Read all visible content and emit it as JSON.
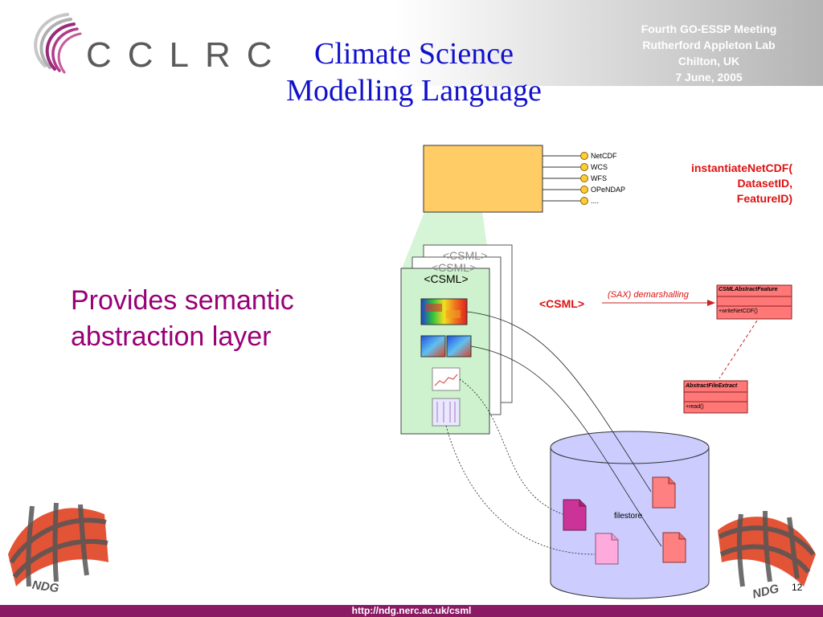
{
  "header": {
    "logo_text": "CCLRC",
    "title_line1": "Climate Science",
    "title_line2": "Modelling Language",
    "meeting_line1": "Fourth GO-ESSP Meeting",
    "meeting_line2": "Rutherford Appleton Lab",
    "meeting_line3": "Chilton, UK",
    "meeting_line4": "7 June, 2005"
  },
  "body": {
    "provides_text": "Provides semantic abstraction layer"
  },
  "diagram": {
    "ports": [
      "NetCDF",
      "WCS",
      "WFS",
      "OPeNDAP",
      "...."
    ],
    "instantiate_line1": "instantiateNetCDF(",
    "instantiate_line2": "DatasetID,",
    "instantiate_line3": "FeatureID)",
    "csml_main": "<CSML>",
    "csml_ghost1": "<CSML>",
    "csml_ghost2": "<CSML>",
    "csml_red": "<CSML>",
    "sax_label": "(SAX) demarshalling",
    "class1_name": "CSMLAbstractFeature",
    "class1_method": "+writeNetCDF()",
    "class2_name": "AbstractFileExtract",
    "class2_method": "+read()",
    "filestore": "filestore"
  },
  "footer": {
    "ndg_left": "NDG",
    "ndg_right": "NDG",
    "url": "http://ndg.nerc.ac.uk/csml",
    "page_number": "12"
  },
  "colors": {
    "title_blue": "#1111cc",
    "accent_magenta": "#990077",
    "bar_purple": "#8b1a64",
    "red": "#dd1111",
    "store_fill": "#ccccff"
  }
}
